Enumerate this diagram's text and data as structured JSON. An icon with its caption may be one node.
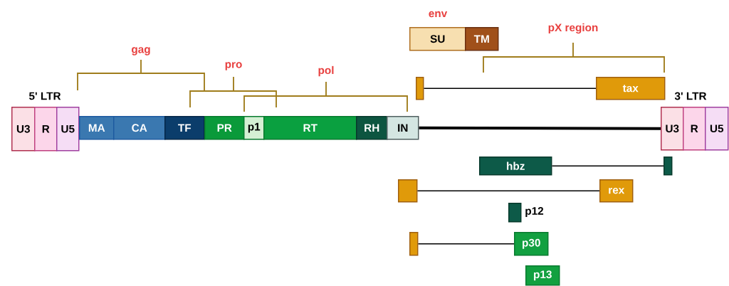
{
  "diagram": {
    "nodes": [
      {
        "text": [
          "U3"
        ]
      },
      {
        "text": [
          "R"
        ]
      },
      {
        "text": [
          "U5"
        ]
      },
      {
        "text": [
          "MA"
        ]
      },
      {
        "text": [
          "CA"
        ]
      },
      {
        "text": [
          "TF"
        ]
      },
      {
        "text": [
          "PR"
        ]
      },
      {
        "text": [
          "p1"
        ]
      },
      {
        "text": [
          "RT"
        ]
      },
      {
        "text": [
          "RH"
        ]
      },
      {
        "text": [
          "IN"
        ]
      },
      {
        "text": [
          "SU"
        ]
      },
      {
        "text": [
          "TM"
        ]
      },
      {
        "text": [],
        "shape": "box"
      },
      {
        "text": [
          "tax"
        ]
      },
      {
        "text": [
          "U3"
        ]
      },
      {
        "text": [
          "R"
        ]
      },
      {
        "text": [
          "U5"
        ]
      },
      {
        "text": [
          "hbz"
        ]
      },
      {
        "text": [],
        "shape": "box"
      },
      {
        "text": [],
        "shape": "box"
      },
      {
        "text": [
          "rex"
        ]
      },
      {
        "text": [],
        "shape": "box",
        "beside": [
          "p12"
        ]
      },
      {
        "text": [],
        "shape": "box"
      },
      {
        "text": [
          "p30"
        ]
      },
      {
        "text": [
          "p13"
        ]
      }
    ],
    "edges": [
      {
        "from": 10,
        "to": 15,
        "arrow": "none",
        "style": "thick"
      },
      {
        "from": 13,
        "to": 14,
        "arrow": "none"
      },
      {
        "from": 18,
        "to": 19,
        "arrow": "none"
      },
      {
        "from": 20,
        "to": 21,
        "arrow": "none"
      },
      {
        "from": 23,
        "to": 24,
        "arrow": "none"
      }
    ],
    "labels": [
      "env",
      "pX region",
      "gag",
      "pro",
      "pol",
      "5' LTR",
      "3' LTR"
    ]
  }
}
